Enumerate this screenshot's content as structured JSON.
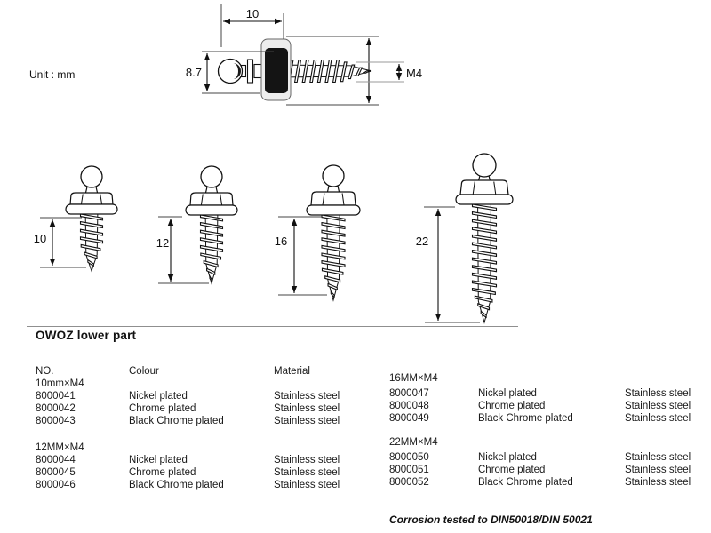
{
  "unit_label": "Unit : mm",
  "drawing": {
    "top": {
      "width": "10",
      "height": "8.7",
      "thread": "M4"
    },
    "screws": [
      {
        "length": "10"
      },
      {
        "length": "12"
      },
      {
        "length": "16"
      },
      {
        "length": "22"
      }
    ]
  },
  "section_title": "OWOZ lower part",
  "table_headers": {
    "no": "NO.",
    "colour": "Colour",
    "material": "Material"
  },
  "tables": {
    "left": [
      {
        "size": "10mm×M4",
        "rows": [
          [
            "8000041",
            "Nickel plated",
            "Stainless steel"
          ],
          [
            "8000042",
            "Chrome plated",
            "Stainless steel"
          ],
          [
            "8000043",
            "Black Chrome plated",
            "Stainless steel"
          ]
        ]
      },
      {
        "size": "12MM×M4",
        "rows": [
          [
            "8000044",
            "Nickel plated",
            "Stainless steel"
          ],
          [
            "8000045",
            "Chrome plated",
            "Stainless steel"
          ],
          [
            "8000046",
            "Black Chrome plated",
            "Stainless steel"
          ]
        ]
      }
    ],
    "right": [
      {
        "size": "16MM×M4",
        "rows": [
          [
            "8000047",
            "Nickel plated",
            "Stainless steel"
          ],
          [
            "8000048",
            "Chrome plated",
            "Stainless steel"
          ],
          [
            "8000049",
            "Black Chrome plated",
            "Stainless steel"
          ]
        ]
      },
      {
        "size": "22MM×M4",
        "rows": [
          [
            "8000050",
            "Nickel plated",
            "Stainless steel"
          ],
          [
            "8000051",
            "Chrome plated",
            "Stainless steel"
          ],
          [
            "8000052",
            "Black Chrome plated",
            "Stainless steel"
          ]
        ]
      }
    ]
  },
  "footnote": "Corrosion tested to DIN50018/DIN 50021"
}
